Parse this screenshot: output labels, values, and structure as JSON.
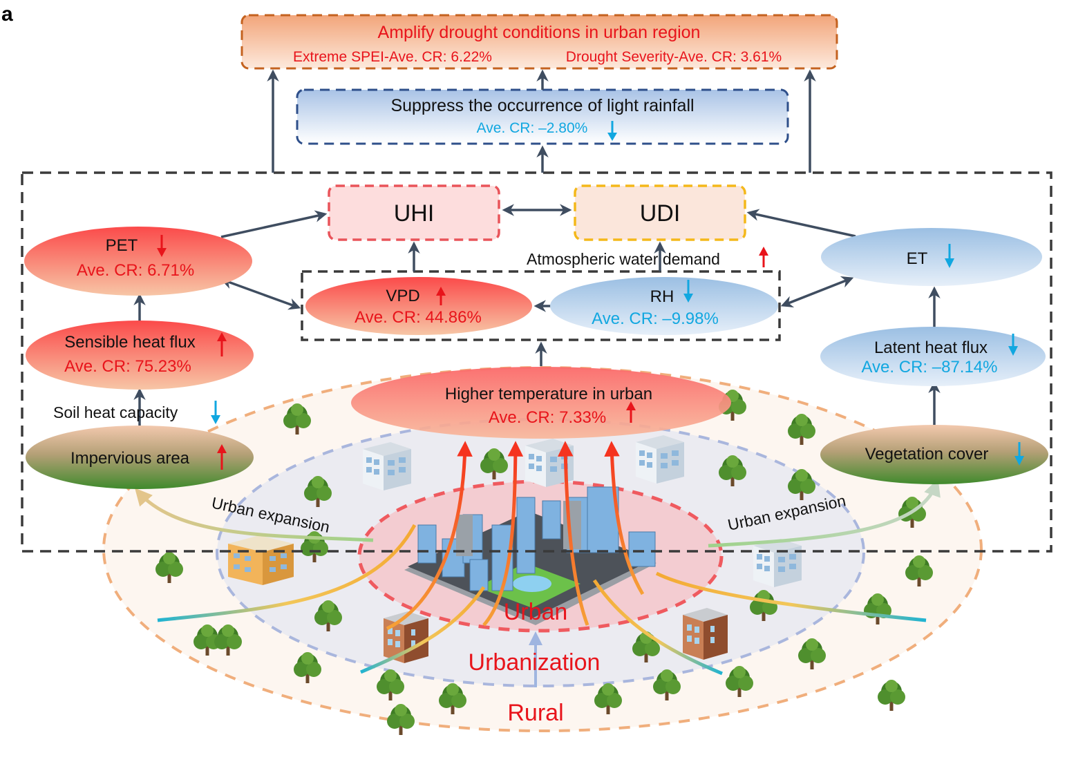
{
  "panel_label": "a",
  "colors": {
    "increase": "#e8141b",
    "decrease": "#11a7e0",
    "connector": "#3f4d60",
    "outer_box": "#3a3a3a",
    "drought_box_border": "#c4621f",
    "rainfall_box_border": "#2e4f8a",
    "uhi_border": "#e9545a",
    "udi_border": "#f4b81a",
    "urban_ring": "#ef5a5f",
    "urbanization_ring": "#a9b6dd",
    "rural_ring": "#f0ae7c"
  },
  "outcomes": {
    "drought": {
      "title": "Amplify drought conditions in urban region",
      "metric_left": "Extreme SPEI-Ave. CR: 6.22%",
      "metric_right": "Drought Severity-Ave. CR: 3.61%"
    },
    "rainfall": {
      "title": "Suppress the occurrence of light rainfall",
      "metric": "Ave. CR: –2.80%",
      "trend": "decrease"
    }
  },
  "indices": {
    "uhi": {
      "label": "UHI"
    },
    "udi": {
      "label": "UDI"
    }
  },
  "annotations": {
    "atmospheric_water_demand": {
      "label": "Atmospheric water demand",
      "trend": "increase"
    },
    "soil_heat_capacity": {
      "label": "Soil heat capacity",
      "trend": "decrease"
    }
  },
  "nodes": {
    "pet": {
      "label": "PET",
      "metric": "Ave. CR: 6.71%",
      "trend": "decrease"
    },
    "vpd": {
      "label": "VPD",
      "metric": "Ave. CR: 44.86%",
      "trend": "increase"
    },
    "rh": {
      "label": "RH",
      "metric": "Ave. CR: –9.98%",
      "trend": "decrease"
    },
    "et": {
      "label": "ET",
      "trend": "decrease"
    },
    "sensible_heat_flux": {
      "label": "Sensible heat flux",
      "metric": "Ave. CR: 75.23%",
      "trend": "increase"
    },
    "latent_heat_flux": {
      "label": "Latent heat flux",
      "metric": "Ave. CR: –87.14%",
      "trend": "decrease"
    },
    "higher_temperature": {
      "label": "Higher temperature in urban",
      "metric": "Ave. CR: 7.33%",
      "trend": "increase"
    },
    "impervious_area": {
      "label": "Impervious area",
      "trend": "increase"
    },
    "vegetation_cover": {
      "label": "Vegetation cover",
      "trend": "decrease"
    }
  },
  "landscape": {
    "urban_expansion_left": "Urban expansion",
    "urban_expansion_right": "Urban expansion",
    "urban": "Urban",
    "urbanization": "Urbanization",
    "rural": "Rural"
  }
}
